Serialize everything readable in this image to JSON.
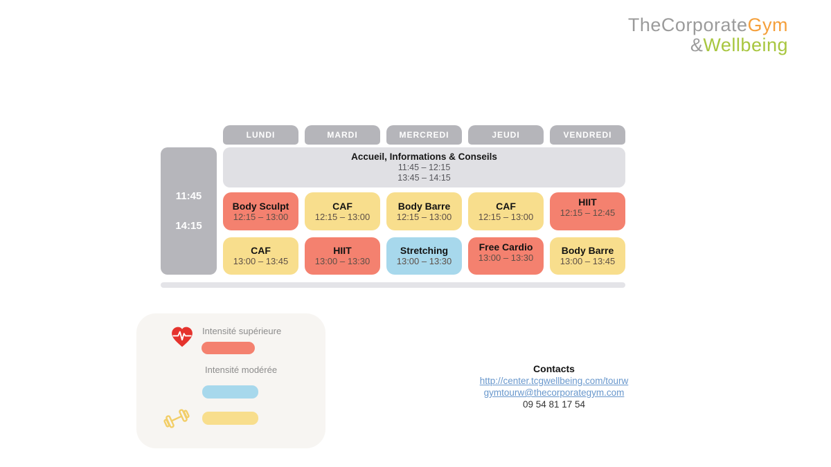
{
  "logo": {
    "part_gray": "TheCorporate",
    "part_orange": "Gym",
    "ampersand": "&",
    "part_green": "Wellbeing"
  },
  "colors": {
    "high": "#F4816F",
    "moderate_blue": "#A7D8EC",
    "moderate_yellow": "#F8DE8D",
    "header_gray": "#B5B5BA",
    "welcome_gray": "#E0E0E4",
    "link_blue": "#6897CC",
    "heart_red": "#E5332D",
    "dumbbell_yellow": "#F2CE68"
  },
  "schedule": {
    "days": [
      "LUNDI",
      "MARDI",
      "MERCREDI",
      "JEUDI",
      "VENDREDI"
    ],
    "time_column": {
      "start": "11:45",
      "end": "14:15"
    },
    "welcome_row": {
      "title": "Accueil, Informations & Conseils",
      "times": [
        "11:45 – 12:15",
        "13:45 – 14:15"
      ]
    },
    "rows": [
      {
        "cells": [
          {
            "title": "Body Sculpt",
            "time": "12:15 – 13:00",
            "intensity": "high",
            "align": "center"
          },
          {
            "title": "CAF",
            "time": "12:15 – 13:00",
            "intensity": "moderate_yellow",
            "align": "center"
          },
          {
            "title": "Body Barre",
            "time": "12:15 – 13:00",
            "intensity": "moderate_yellow",
            "align": "center"
          },
          {
            "title": "CAF",
            "time": "12:15 – 13:00",
            "intensity": "moderate_yellow",
            "align": "center"
          },
          {
            "title": "HIIT",
            "time": "12:15 – 12:45",
            "intensity": "high",
            "align": "top"
          }
        ]
      },
      {
        "cells": [
          {
            "title": "CAF",
            "time": "13:00 – 13:45",
            "intensity": "moderate_yellow",
            "align": "center"
          },
          {
            "title": "HIIT",
            "time": "13:00 – 13:30",
            "intensity": "high",
            "align": "center"
          },
          {
            "title": "Stretching",
            "time": "13:00 – 13:30",
            "intensity": "moderate_blue",
            "align": "center"
          },
          {
            "title": "Free Cardio",
            "time": "13:00 – 13:30",
            "intensity": "high",
            "align": "top"
          },
          {
            "title": "Body Barre",
            "time": "13:00 – 13:45",
            "intensity": "moderate_yellow",
            "align": "center"
          }
        ]
      }
    ]
  },
  "legend": {
    "high_label": "Intensité supérieure",
    "moderate_label": "Intensité modérée",
    "heart_icon": "heart-pulse-icon",
    "dumbbell_icon": "dumbbell-icon"
  },
  "contacts": {
    "title": "Contacts",
    "url": "http://center.tcgwellbeing.com/tourw",
    "email": "gymtourw@thecorporategym.com",
    "phone": "09 54 81 17 54"
  }
}
